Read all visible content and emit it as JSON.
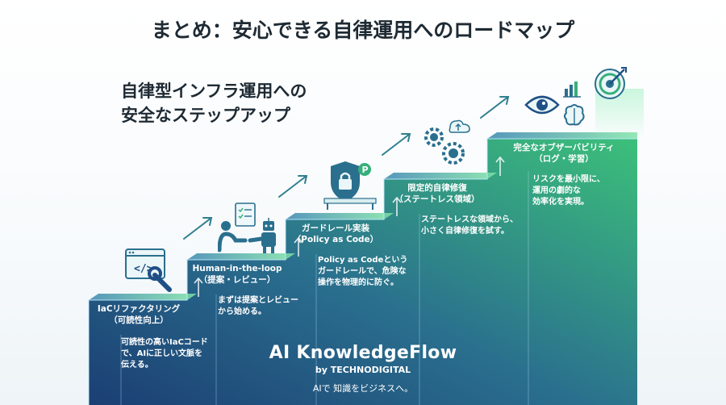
{
  "title": "まとめ：安心できる自律運用へのロードマップ",
  "subtitle": {
    "line1": "自律型インフラ運用への",
    "line2": "安全なステップアップ"
  },
  "steps": [
    {
      "title_line1": "IaCリファクタリング",
      "title_line2": "（可読性向上）",
      "desc_line1": "可読性の高いIaCコード",
      "desc_line2": "で、AIに正しい文脈を",
      "desc_line3": "伝える。"
    },
    {
      "title_line1": "Human-in-the-loop",
      "title_line2": "（提案・レビュー）",
      "desc_line1": "まずは提案とレビュー",
      "desc_line2": "から始める。"
    },
    {
      "title_line1": "ガードレール実装",
      "title_line2": "（Policy as Code）",
      "desc_line1": "Policy as Codeという",
      "desc_line2": "ガードレールで、危険な",
      "desc_line3": "操作を物理的に防ぐ。"
    },
    {
      "title_line1": "限定的自律修復",
      "title_line2": "（ステートレス領域）",
      "desc_line1": "ステートレスな領域から、",
      "desc_line2": "小さく自律修復を試す。"
    },
    {
      "title_line1": "完全なオブザーバビリティ",
      "title_line2": "（ログ・学習）",
      "desc_line1": "リスクを最小限に、",
      "desc_line2": "運用の劇的な",
      "desc_line3": "効率化を実現。"
    }
  ],
  "brand": {
    "name": "AI KnowledgeFlow",
    "by": "by TECHNODIGITAL",
    "tagline": "AIで 知識をビジネスへ。"
  },
  "icons": [
    "code-window-wrench-icon",
    "human-robot-handshake-icon",
    "shield-lock-icon",
    "gears-cloud-icon",
    "eye-chart-brain-icon",
    "target-icon"
  ],
  "colors": {
    "step_dark": "#1f4f86",
    "step_mid": "#2c7a8c",
    "step_light": "#36b07a",
    "accent": "#2f7f8f",
    "text": "#1e2a33"
  }
}
